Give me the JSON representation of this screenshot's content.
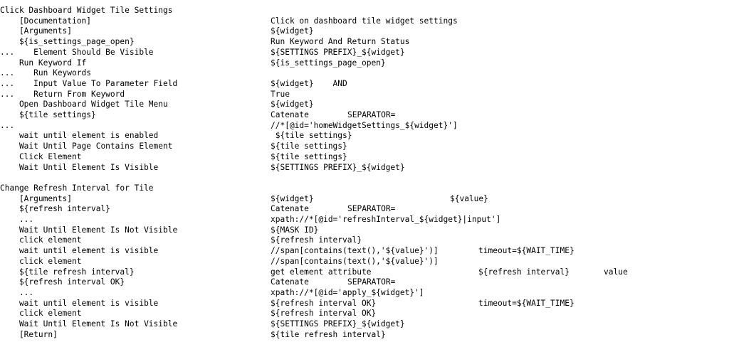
{
  "lines": [
    {
      "c1": "Click Dashboard Widget Tile Settings"
    },
    {
      "c1": "    [Documentation]",
      "c2": "Click on dashboard tile widget settings"
    },
    {
      "c1": "    [Arguments]",
      "c2": "${widget}"
    },
    {
      "c1": "    ${is_settings_page_open}",
      "c2": "Run Keyword And Return Status"
    },
    {
      "c1": "...    Element Should Be Visible",
      "c2": "${SETTINGS PREFIX}_${widget}"
    },
    {
      "c1": "    Run Keyword If",
      "c2": "${is_settings_page_open}"
    },
    {
      "c1": "...    Run Keywords"
    },
    {
      "c1": "...    Input Value To Parameter Field",
      "c2": "${widget}    AND"
    },
    {
      "c1": "...    Return From Keyword",
      "c2": "True"
    },
    {
      "c1": "    Open Dashboard Widget Tile Menu",
      "c2": "${widget}"
    },
    {
      "c1": "    ${tile settings}",
      "c2": "Catenate",
      "c3": "SEPARATOR="
    },
    {
      "c1": "...",
      "c2": "//*[@id='homeWidgetSettings_${widget}']"
    },
    {
      "c1": "    wait until element is enabled",
      "c2": " ${tile settings}"
    },
    {
      "c1": "    Wait Until Page Contains Element",
      "c2": "${tile settings}"
    },
    {
      "c1": "    Click Element",
      "c2": "${tile settings}"
    },
    {
      "c1": "    Wait Until Element Is Visible",
      "c2": "${SETTINGS PREFIX}_${widget}"
    },
    {
      "c1": ""
    },
    {
      "c1": "Change Refresh Interval for Tile"
    },
    {
      "c1": "    [Arguments]",
      "c2": "${widget}",
      "c4": "${value}"
    },
    {
      "c1": "    ${refresh interval}",
      "c2": "Catenate",
      "c3": "SEPARATOR="
    },
    {
      "c1": "    ...",
      "c2": "xpath://*[@id='refreshInterval_${widget}|input']"
    },
    {
      "c1": "    Wait Until Element Is Not Visible",
      "c2": "${MASK ID}"
    },
    {
      "c1": "    click element",
      "c2": "${refresh interval}"
    },
    {
      "c1": "    wait until element is visible",
      "c2": "//span[contains(text(),'${value}')]",
      "c5": "timeout=${WAIT_TIME}"
    },
    {
      "c1": "    click element",
      "c2": "//span[contains(text(),'${value}')]"
    },
    {
      "c1": "    ${tile refresh interval}",
      "c2": "get element attribute",
      "c5": "${refresh interval}",
      "c6": "value"
    },
    {
      "c1": "    ${refresh interval OK}",
      "c2": "Catenate",
      "c3": "SEPARATOR="
    },
    {
      "c1": "    ...",
      "c2": "xpath://*[@id='apply_${widget}']"
    },
    {
      "c1": "    wait until element is visible",
      "c2": "${refresh interval OK}",
      "c5": "timeout=${WAIT_TIME}"
    },
    {
      "c1": "    click element",
      "c2": "${refresh interval OK}"
    },
    {
      "c1": "    Wait Until Element Is Not Visible",
      "c2": "${SETTINGS PREFIX}_${widget}"
    },
    {
      "c1": "    [Return]",
      "c2": "${tile refresh interval}"
    }
  ]
}
